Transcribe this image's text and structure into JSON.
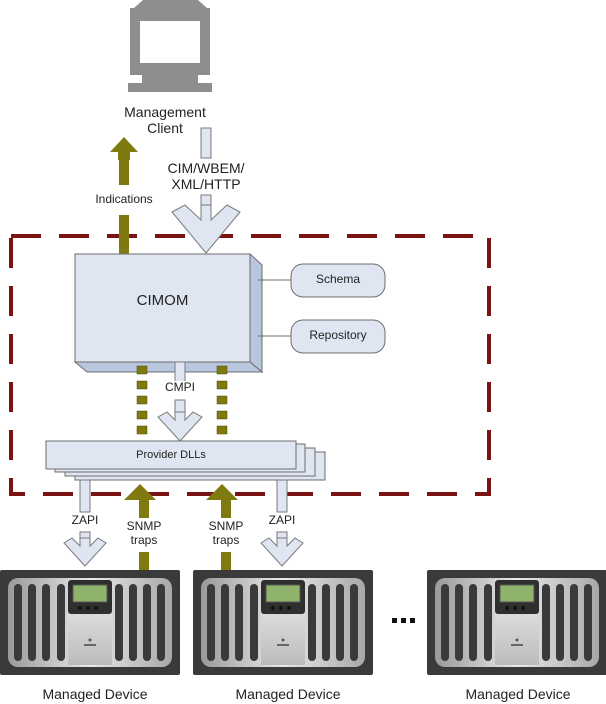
{
  "diagram": {
    "management_client": {
      "label_line1": "Management",
      "label_line2": "Client"
    },
    "indications": {
      "label": "Indications"
    },
    "protocol": {
      "label_line1": "CIM/WBEM/",
      "label_line2": "XML/HTTP"
    },
    "cimom": {
      "label": "CIMOM"
    },
    "schema": {
      "label": "Schema"
    },
    "repository": {
      "label": "Repository"
    },
    "cmpi": {
      "label": "CMPI"
    },
    "provider_dlls": {
      "label": "Provider DLLs"
    },
    "interfaces": [
      {
        "label_line1": "ZAPI",
        "label_line2": ""
      },
      {
        "label_line1": "SNMP",
        "label_line2": "traps"
      },
      {
        "label_line1": "SNMP",
        "label_line2": "traps"
      },
      {
        "label_line1": "ZAPI",
        "label_line2": ""
      }
    ],
    "ellipsis": "...",
    "devices": [
      {
        "label": "Managed Device"
      },
      {
        "label": "Managed Device"
      },
      {
        "label": "Managed Device"
      }
    ],
    "colors": {
      "box_fill": "#dfe6f2",
      "box_side": "#b8c6de",
      "box_stroke": "#6e6e6e",
      "olive": "#7f7a10",
      "boundary": "#7a1414",
      "monitor": "#8e8e8e",
      "device_body": "#3a3a3a",
      "lcd": "#8fb36a"
    }
  }
}
